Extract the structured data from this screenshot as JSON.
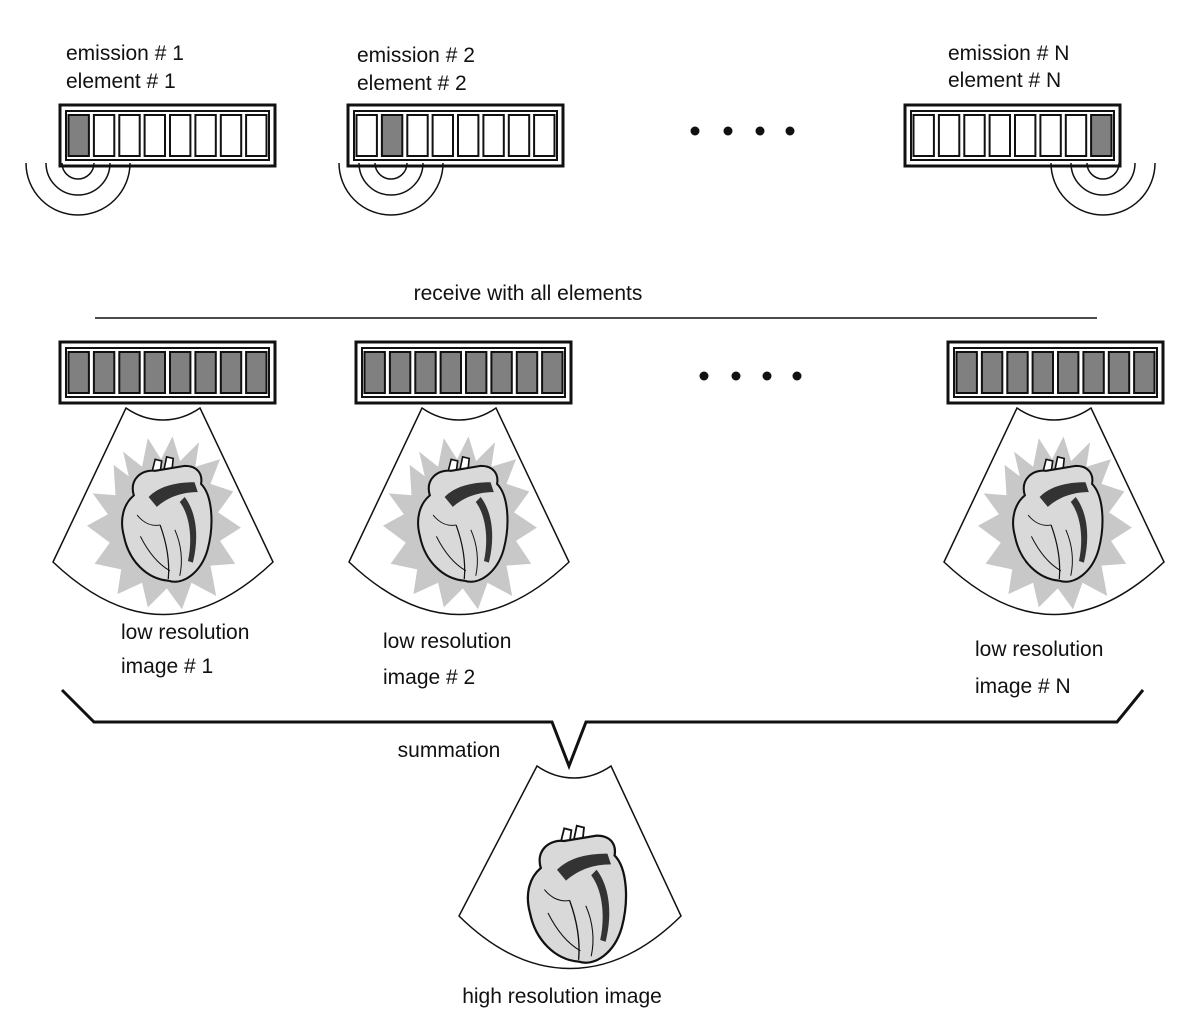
{
  "diagram": {
    "emissions": [
      {
        "emission_label": "emission # 1",
        "element_label": "element # 1",
        "active_element": 1
      },
      {
        "emission_label": "emission # 2",
        "element_label": "element # 2",
        "active_element": 2
      },
      {
        "emission_label": "emission # N",
        "element_label": "element # N",
        "active_element": 8
      }
    ],
    "elements_per_array": 8,
    "receive_label": "receive with all elements",
    "low_res_images": [
      {
        "line1": "low resolution",
        "line2": "image # 1"
      },
      {
        "line1": "low resolution",
        "line2": "image # 2"
      },
      {
        "line1": "low resolution",
        "line2": "image # N"
      }
    ],
    "summation_label": "summation",
    "high_res_label": "high resolution image",
    "colors": {
      "active_element": "#808080",
      "ink": "#111111",
      "halo": "#c8c8c8",
      "heart_fill": "#d9d9d9"
    }
  }
}
